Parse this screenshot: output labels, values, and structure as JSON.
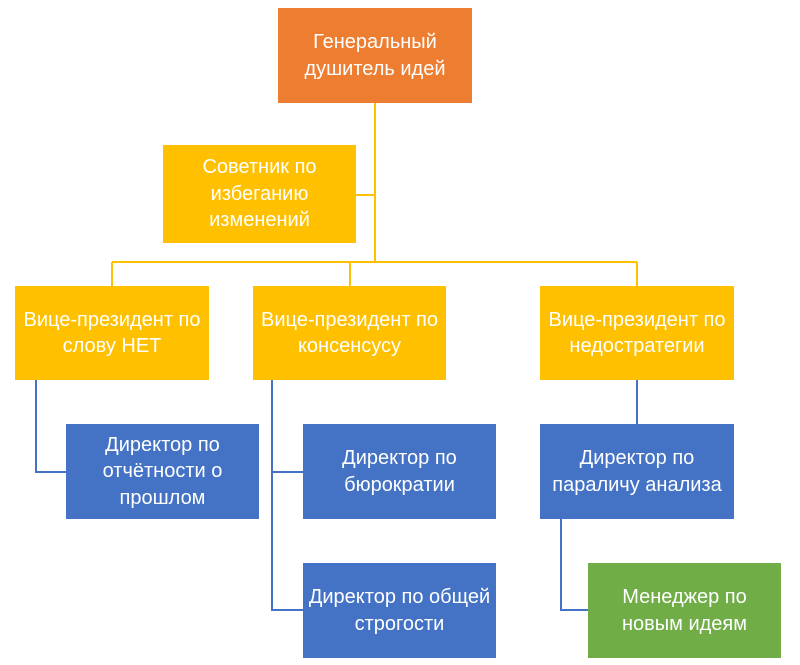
{
  "colors": {
    "top": "#ed7d31",
    "advisor": "#ffc000",
    "vp": "#ffc000",
    "director": "#4472c4",
    "manager": "#70ad47",
    "line_gold": "#ffc000",
    "line_blue": "#4472c4"
  },
  "nodes": {
    "general": "Генеральный душитель идей",
    "advisor": "Советник по избеганию изменений",
    "vp_no": "Вице-президент по слову НЕТ",
    "vp_consensus": "Вице-президент по консенсусу",
    "vp_nonstrategy": "Вице-президент по недостратегии",
    "dir_past_reports": "Директор по отчётности о прошлом",
    "dir_bureaucracy": "Директор по бюрократии",
    "dir_strictness": "Директор по общей строгости",
    "dir_analysis_paralysis": "Директор по параличу анализа",
    "mgr_new_ideas": "Менеджер по новым идеям"
  }
}
